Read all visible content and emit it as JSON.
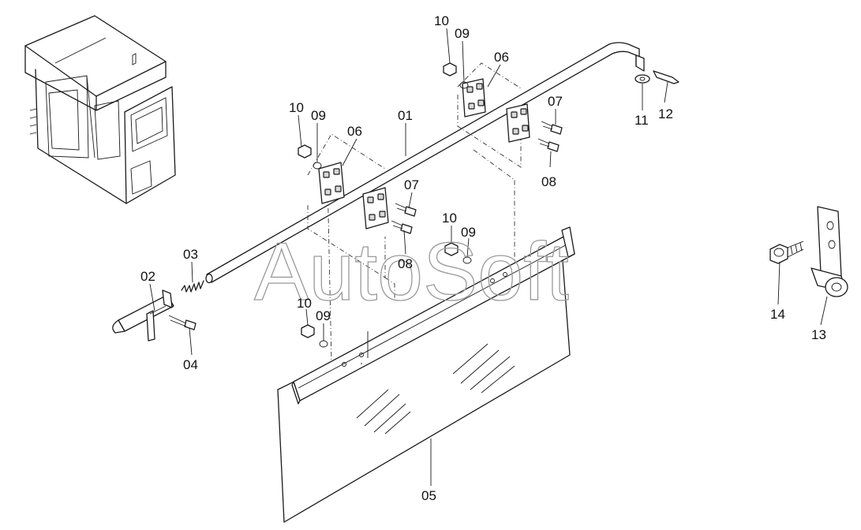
{
  "watermark": "AutoSoft",
  "callouts": [
    {
      "id": "c-10a",
      "label": "10"
    },
    {
      "id": "c-09a",
      "label": "09"
    },
    {
      "id": "c-06a",
      "label": "06"
    },
    {
      "id": "c-07a",
      "label": "07"
    },
    {
      "id": "c-08a",
      "label": "08"
    },
    {
      "id": "c-11",
      "label": "11"
    },
    {
      "id": "c-12",
      "label": "12"
    },
    {
      "id": "c-10b",
      "label": "10"
    },
    {
      "id": "c-09b",
      "label": "09"
    },
    {
      "id": "c-06b",
      "label": "06"
    },
    {
      "id": "c-01",
      "label": "01"
    },
    {
      "id": "c-07b",
      "label": "07"
    },
    {
      "id": "c-08b",
      "label": "08"
    },
    {
      "id": "c-10c",
      "label": "10"
    },
    {
      "id": "c-09c",
      "label": "09"
    },
    {
      "id": "c-03",
      "label": "03"
    },
    {
      "id": "c-02",
      "label": "02"
    },
    {
      "id": "c-04",
      "label": "04"
    },
    {
      "id": "c-10d",
      "label": "10"
    },
    {
      "id": "c-09d",
      "label": "09"
    },
    {
      "id": "c-05",
      "label": "05"
    },
    {
      "id": "c-14",
      "label": "14"
    },
    {
      "id": "c-13",
      "label": "13"
    }
  ]
}
